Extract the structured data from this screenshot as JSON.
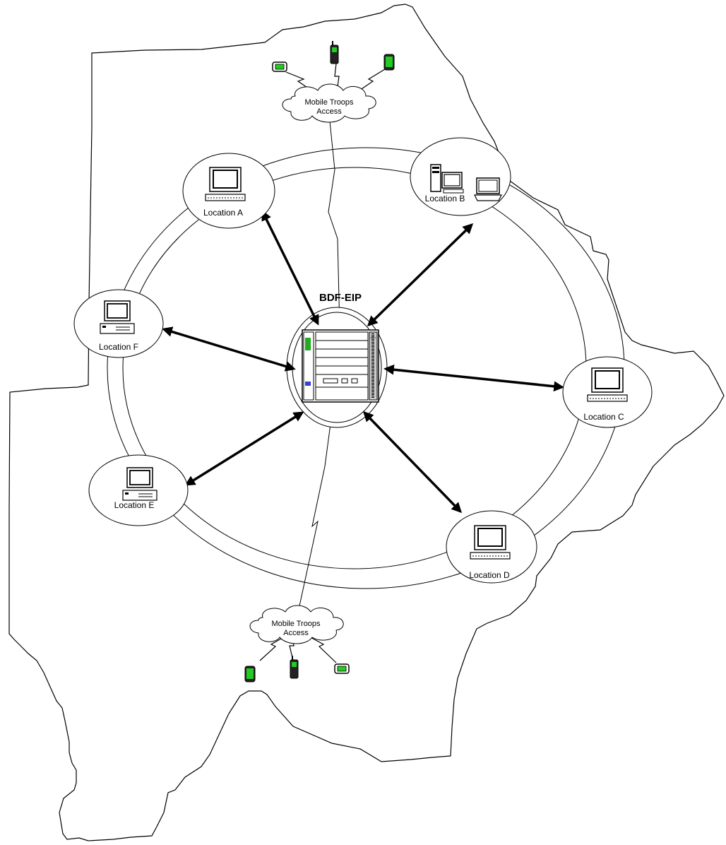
{
  "hub": {
    "label": "BDF-EIP"
  },
  "clouds": [
    {
      "label_line1": "Mobile Troops",
      "label_line2": "Access"
    },
    {
      "label_line1": "Mobile Troops",
      "label_line2": "Access"
    }
  ],
  "locations": [
    {
      "label": "Location A",
      "device": "monitor-icon"
    },
    {
      "label": "Location B",
      "device": "desktop-laptop-icon"
    },
    {
      "label": "Location C",
      "device": "monitor-icon"
    },
    {
      "label": "Location D",
      "device": "monitor-icon"
    },
    {
      "label": "Location E",
      "device": "desktop-icon"
    },
    {
      "label": "Location F",
      "device": "desktop-icon"
    }
  ],
  "colors": {
    "device_screen": "#22cc22",
    "line": "#000000",
    "background": "#ffffff"
  }
}
